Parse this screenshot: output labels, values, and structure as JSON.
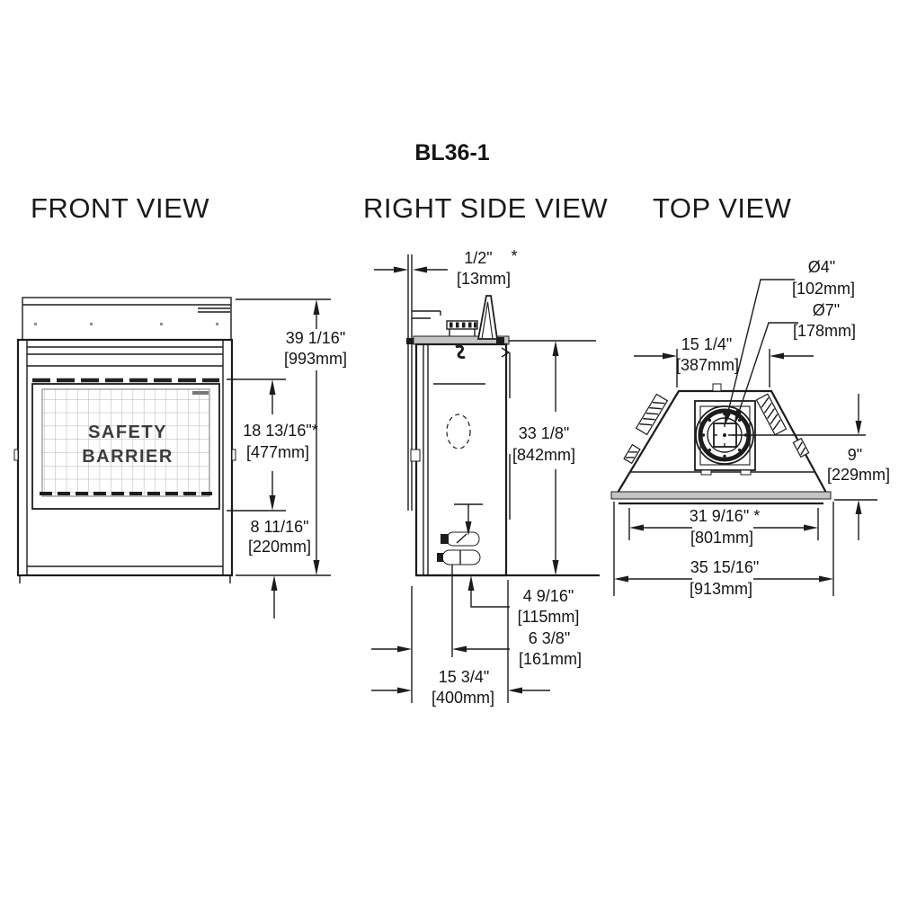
{
  "title": "BL36-1",
  "palette": {
    "line": "#1c1c1c",
    "metal_gray": "#c4c4c4",
    "mesh_gray": "#b4b4b4",
    "text": "#141414"
  },
  "front_view": {
    "label": "FRONT VIEW",
    "glass_text": [
      "SAFETY",
      "BARRIER"
    ],
    "dim_overall_height": {
      "in": "39 1/16\"",
      "mm": "[993mm]"
    },
    "dim_glass_height": {
      "in": "18 13/16\"*",
      "mm": "[477mm]"
    },
    "dim_base_height": {
      "in": "8 11/16\"",
      "mm": "[220mm]"
    }
  },
  "side_view": {
    "label": "RIGHT SIDE VIEW",
    "dim_wall_standoff": {
      "in": "1/2\"",
      "note": "*",
      "mm": "[13mm]"
    },
    "dim_body_height": {
      "in": "33 1/8\"",
      "mm": "[842mm]"
    },
    "dim_gas_inlet_height": {
      "in": "4 9/16\"",
      "mm": "[115mm]"
    },
    "dim_gas_inlet_depth": {
      "in": "6 3/8\"",
      "mm": "[161mm]"
    },
    "dim_body_depth": {
      "in": "15 3/4\"",
      "mm": "[400mm]"
    }
  },
  "top_view": {
    "label": "TOP VIEW",
    "dim_flue_inner": {
      "in": "Ø4\"",
      "mm": "[102mm]"
    },
    "dim_flue_outer": {
      "in": "Ø7\"",
      "mm": "[178mm]"
    },
    "dim_top_width": {
      "in": "15 1/4\"",
      "mm": "[387mm]"
    },
    "dim_flue_setback": {
      "in": "9\"",
      "mm": "[229mm]"
    },
    "dim_front_width": {
      "in": "31 9/16\" *",
      "mm": "[801mm]"
    },
    "dim_overall_width": {
      "in": "35 15/16\"",
      "mm": "[913mm]"
    }
  }
}
